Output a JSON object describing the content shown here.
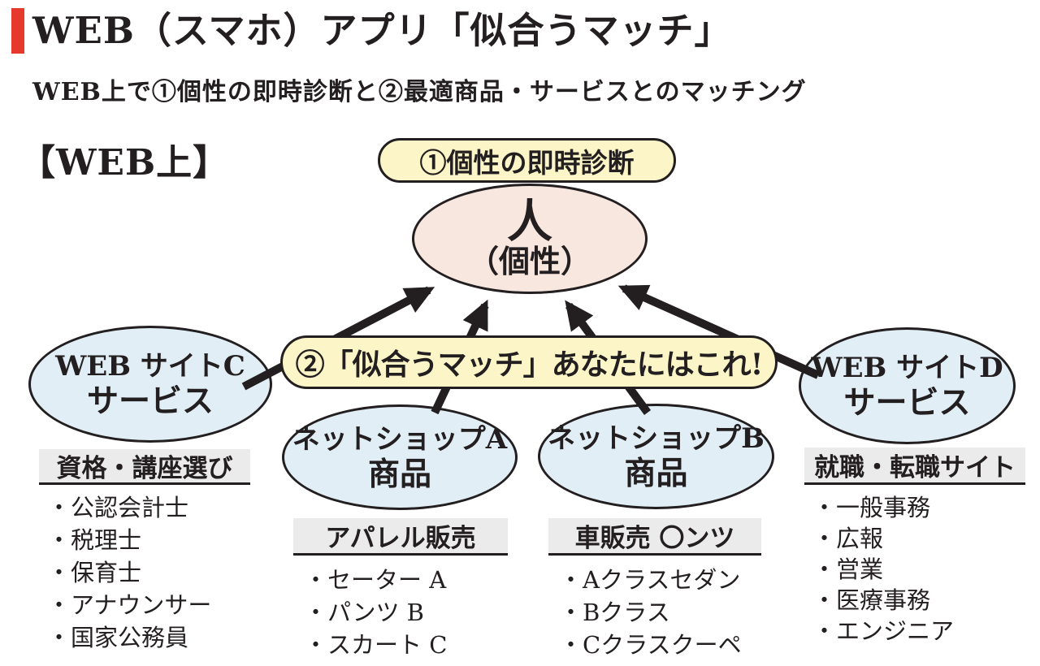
{
  "header": {
    "title": "WEB（スマホ）アプリ「似合うマッチ」",
    "subtitle": "WEB上で①個性の即時診断と②最適商品・サービスとのマッチング"
  },
  "diagram": {
    "context_label": "【WEB上】",
    "step1_badge": "①個性の即時診断",
    "step2_badge": "②「似合うマッチ」あなたにはこれ!",
    "person": {
      "line1": "人",
      "line2": "（個性）"
    },
    "sites": [
      {
        "name_line1": "WEB サイトC",
        "name_line2": "サービス",
        "category": "資格・講座選び",
        "items": [
          "・公認会計士",
          "・税理士",
          "・保育士",
          "・アナウンサー",
          "・国家公務員"
        ]
      },
      {
        "name_line1": "ネットショップA",
        "name_line2": "商品",
        "category": "アパレル販売",
        "items": [
          "・セーター A",
          "・パンツ B",
          "・スカート C"
        ]
      },
      {
        "name_line1": "ネットショップB",
        "name_line2": "商品",
        "category": "車販売 〇ンツ",
        "items": [
          "・Aクラスセダン",
          "・Bクラス",
          "・Cクラスクーペ"
        ]
      },
      {
        "name_line1": "WEB サイトD",
        "name_line2": "サービス",
        "category": "就職・転職サイト",
        "items": [
          "・一般事務",
          "・広報",
          "・営業",
          "・医療事務",
          "・エンジニア"
        ]
      }
    ],
    "colors": {
      "accent_red": "#e6392e",
      "badge_yellow": "#fbf5c7",
      "person_pink": "#f8e7de",
      "site_blue": "#e1eef6",
      "category_gray": "#ebebeb",
      "line_black": "#231f20"
    }
  }
}
